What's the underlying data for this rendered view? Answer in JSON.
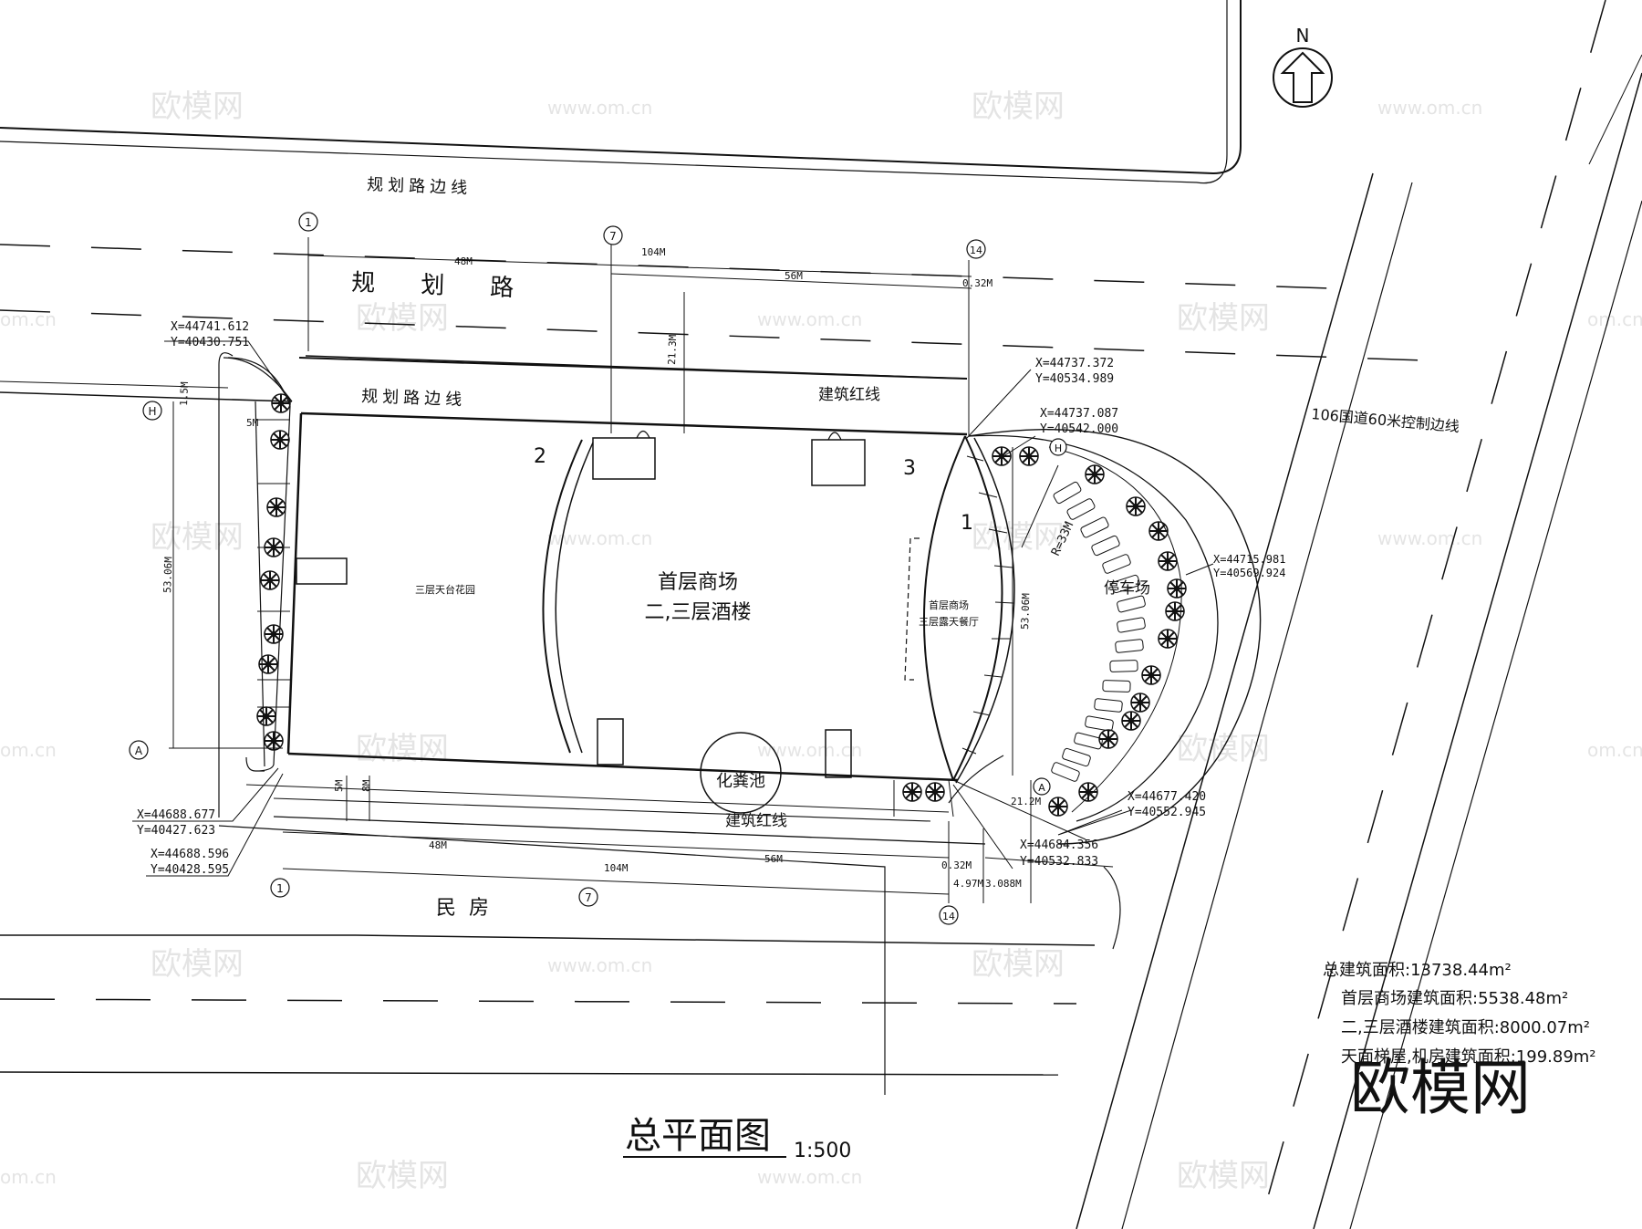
{
  "title": {
    "main": "总平面图",
    "scale": "1:500"
  },
  "north": "N",
  "roads": {
    "plan_road_edge_top": "规划路边线",
    "plan_road": "规划路",
    "plan_road_edge": "规划路边线",
    "building_redline_top": "建筑红线",
    "building_redline_bottom": "建筑红线",
    "national_road": "106国道60米控制边线"
  },
  "site": {
    "main_building": {
      "line1": "首层商场",
      "line2": "二,三层酒楼"
    },
    "roof_garden": "三层天台花园",
    "arc_building": {
      "line1": "首层商场",
      "line2": "三层露天餐厅"
    },
    "parking": "停车场",
    "septic": "化粪池",
    "houses": "民房",
    "radius": "R=33M",
    "zone_labels": [
      "1",
      "2",
      "3"
    ]
  },
  "axes": {
    "a1": "1",
    "a7": "7",
    "a14": "14",
    "aH": "H",
    "aA": "A"
  },
  "dimensions": {
    "d104": "104M",
    "d48": "48M",
    "d56": "56M",
    "d032": "0.32M",
    "d213": "21.3M",
    "d15": "1.5M",
    "d5": "5M",
    "d5306": "53.06M",
    "d5306b": "53.06M",
    "d212": "21.2M",
    "d8": "8M",
    "d497": "4.97M",
    "d3088": "3.088M"
  },
  "coordinates": [
    {
      "x": "X=44741.612",
      "y": "Y=40430.751"
    },
    {
      "x": "X=44737.372",
      "y": "Y=40534.989"
    },
    {
      "x": "X=44737.087",
      "y": "Y=40542.000"
    },
    {
      "x": "X=44715.981",
      "y": "Y=40569.924"
    },
    {
      "x": "X=44677.420",
      "y": "Y=40552.945"
    },
    {
      "x": "X=44684.356",
      "y": "Y=40532.833"
    },
    {
      "x": "X=44688.677",
      "y": "Y=40427.623"
    },
    {
      "x": "X=44688.596",
      "y": "Y=40428.595"
    }
  ],
  "areas": {
    "total": "总建筑面积:13738.44m²",
    "mall": "首层商场建筑面积:5538.48m²",
    "restaurant": "二,三层酒楼建筑面积:8000.07m²",
    "roof": "天面梯屋,机房建筑面积:199.89m²"
  },
  "watermark": {
    "brand": "欧模网",
    "url": "www.om.cn",
    "url_partial": "om.cn"
  }
}
